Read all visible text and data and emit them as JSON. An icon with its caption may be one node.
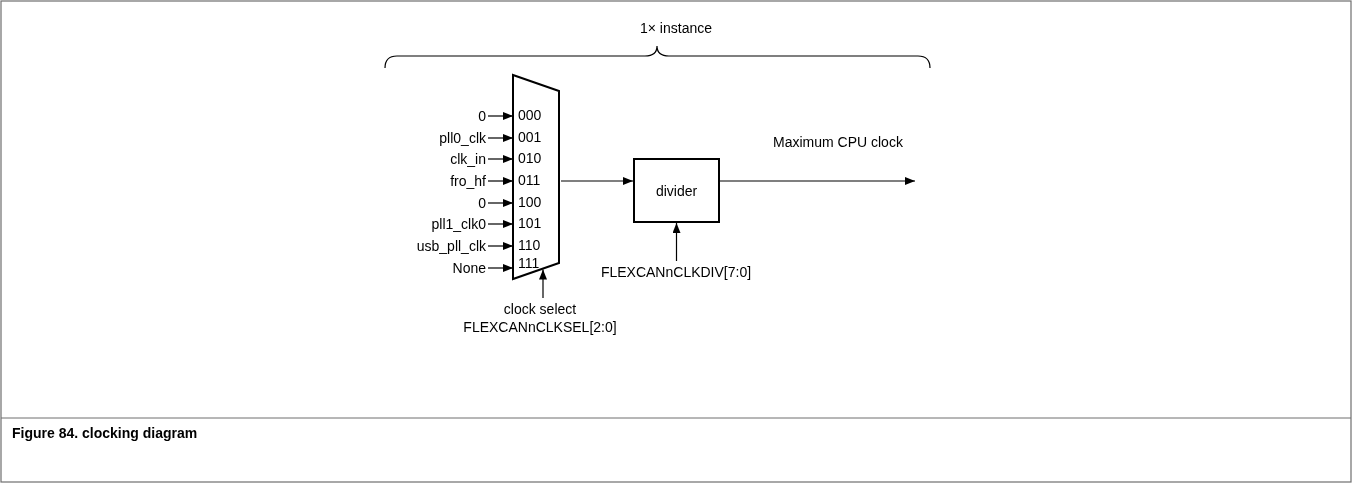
{
  "diagram": {
    "caption": "Figure 84. clocking diagram",
    "nodes": [
      {
        "text": [
          "0"
        ]
      },
      {
        "text": [
          "pll0_clk"
        ]
      },
      {
        "text": [
          "clk_in"
        ]
      },
      {
        "text": [
          "fro_hf"
        ]
      },
      {
        "text": [
          "0"
        ]
      },
      {
        "text": [
          "pll1_clk0"
        ]
      },
      {
        "text": [
          "usb_pll_clk"
        ]
      },
      {
        "text": [
          "None"
        ]
      },
      {
        "text": [],
        "shape": "trapezoid"
      },
      {
        "text": [
          "divider"
        ]
      },
      {
        "text": [
          "FLEXCANnCLKDIV[7:0]"
        ]
      },
      {
        "text": [
          "clock select",
          "FLEXCANnCLKSEL[2:0]"
        ]
      }
    ],
    "edges": [
      {
        "from": 0,
        "to": 8,
        "arrow": "to"
      },
      {
        "from": 1,
        "to": 8,
        "arrow": "to"
      },
      {
        "from": 2,
        "to": 8,
        "arrow": "to"
      },
      {
        "from": 3,
        "to": 8,
        "arrow": "to"
      },
      {
        "from": 4,
        "to": 8,
        "arrow": "to"
      },
      {
        "from": 5,
        "to": 8,
        "arrow": "to"
      },
      {
        "from": 6,
        "to": 8,
        "arrow": "to"
      },
      {
        "from": 7,
        "to": 8,
        "arrow": "to"
      },
      {
        "from": 8,
        "to": 9,
        "arrow": "to"
      },
      {
        "from": 9,
        "to": null,
        "arrow": "to"
      },
      {
        "from": 10,
        "to": 9,
        "arrow": "to"
      },
      {
        "from": 11,
        "to": 8,
        "arrow": "to"
      }
    ],
    "labels": [
      "1× instance",
      "000",
      "001",
      "010",
      "011",
      "100",
      "101",
      "110",
      "111",
      "Maximum CPU clock"
    ]
  }
}
